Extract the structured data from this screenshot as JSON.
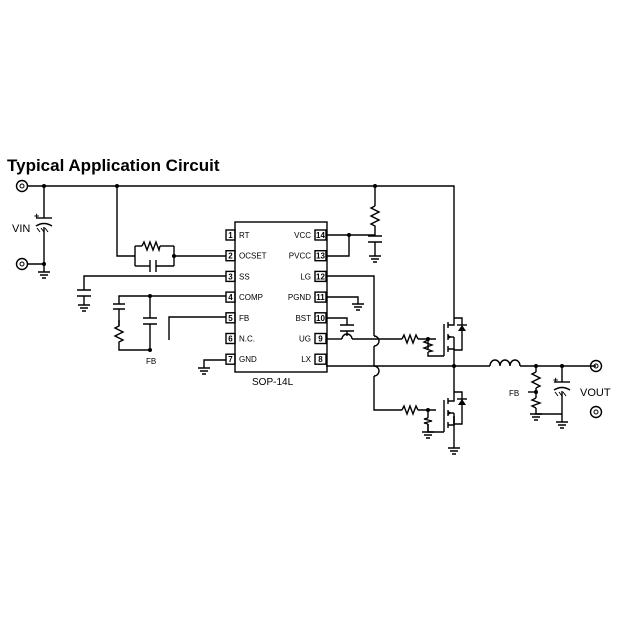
{
  "title": "Typical Application Circuit",
  "chip": {
    "package": "SOP-14L",
    "left_pins": [
      {
        "num": "1",
        "name": "RT"
      },
      {
        "num": "2",
        "name": "OCSET"
      },
      {
        "num": "3",
        "name": "SS"
      },
      {
        "num": "4",
        "name": "COMP"
      },
      {
        "num": "5",
        "name": "FB"
      },
      {
        "num": "6",
        "name": "N.C."
      },
      {
        "num": "7",
        "name": "GND"
      }
    ],
    "right_pins": [
      {
        "num": "14",
        "name": "VCC"
      },
      {
        "num": "13",
        "name": "PVCC"
      },
      {
        "num": "12",
        "name": "LG"
      },
      {
        "num": "11",
        "name": "PGND"
      },
      {
        "num": "10",
        "name": "BST"
      },
      {
        "num": "9",
        "name": "UG"
      },
      {
        "num": "8",
        "name": "LX"
      }
    ]
  },
  "labels": {
    "vin": "VIN",
    "vout": "VOUT",
    "fb_comp": "FB",
    "fb_out": "FB",
    "plus_in": "+",
    "plus_out": "+"
  }
}
